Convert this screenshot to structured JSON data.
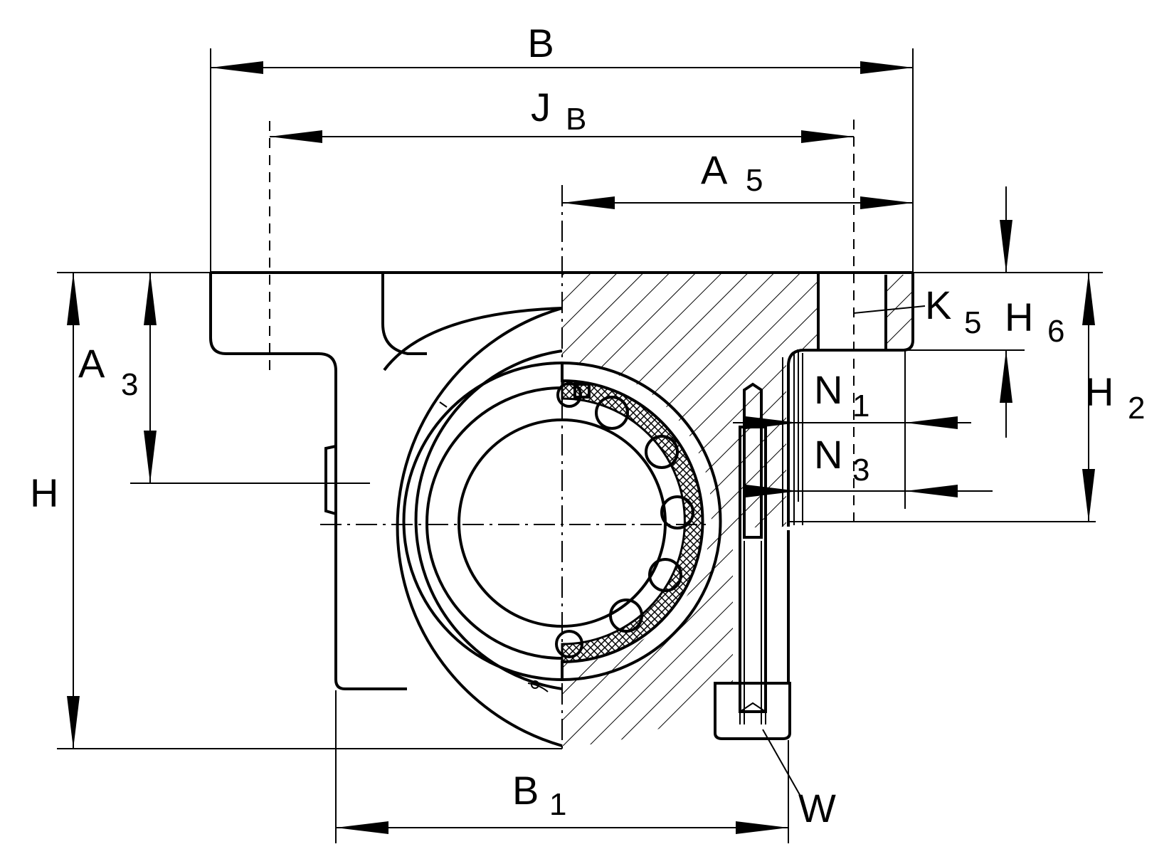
{
  "labels": {
    "B": {
      "main": "B",
      "sub": ""
    },
    "JB": {
      "main": "J",
      "sub": "B"
    },
    "A5": {
      "main": "A",
      "sub": "5"
    },
    "A3": {
      "main": "A",
      "sub": "3"
    },
    "H": {
      "main": "H",
      "sub": ""
    },
    "H2": {
      "main": "H",
      "sub": "2"
    },
    "H6": {
      "main": "H",
      "sub": "6"
    },
    "K5": {
      "main": "K",
      "sub": "5"
    },
    "N1": {
      "main": "N",
      "sub": "1"
    },
    "N3": {
      "main": "N",
      "sub": "3"
    },
    "B1": {
      "main": "B",
      "sub": "1"
    },
    "W": {
      "main": "W",
      "sub": ""
    }
  }
}
